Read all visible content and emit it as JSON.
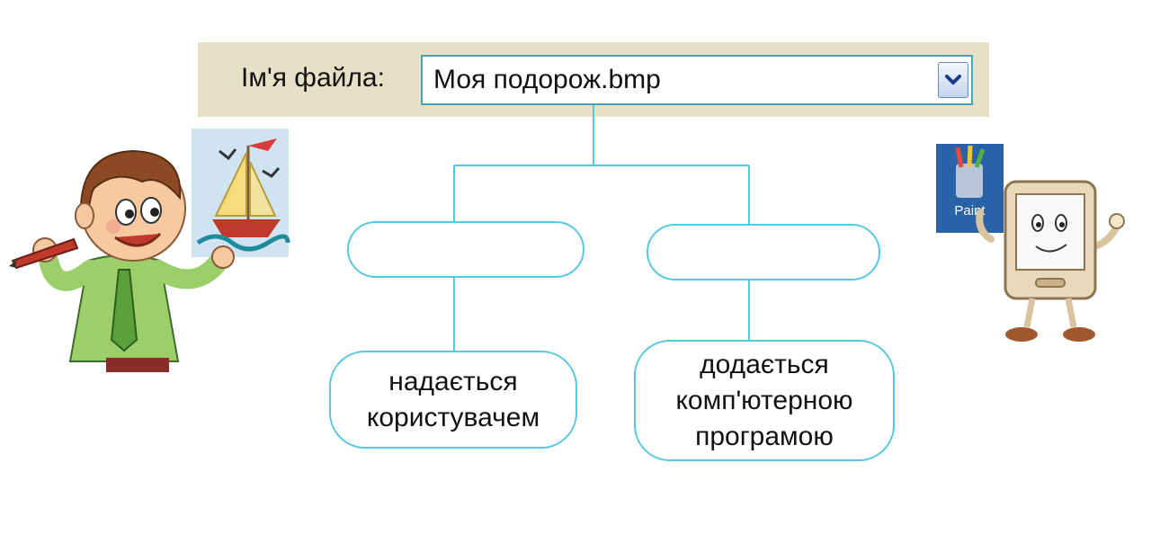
{
  "file_dialog": {
    "label": "Ім'я файла:",
    "value": "Моя подорож.bmp"
  },
  "diagram": {
    "branches": [
      {
        "name_box": "",
        "description": "надається\nкористувачем"
      },
      {
        "name_box": "",
        "description": "додається\nкомп'ютерною\nпрограмою"
      }
    ]
  },
  "app_icon": {
    "label": "Paint"
  },
  "colors": {
    "connector": "#58c8e0",
    "filebar_bg": "#e4e1c6",
    "field_border": "#4aa3b9"
  }
}
